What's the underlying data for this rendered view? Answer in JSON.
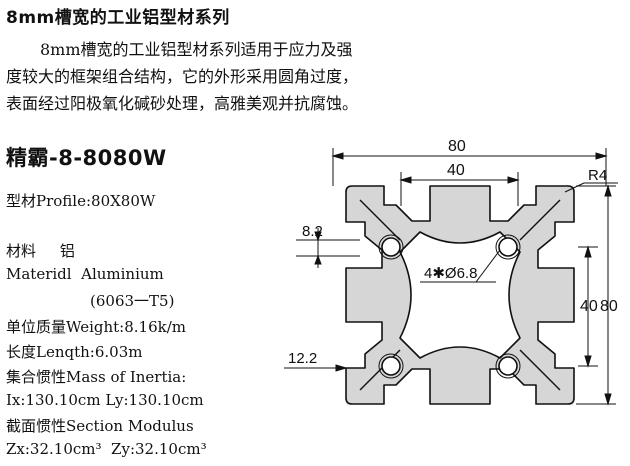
{
  "header": {
    "title": "8mm槽宽的工业铝型材系列"
  },
  "description": "8mm槽宽的工业铝型材系列适用于应力及强度较大的框架组合结构，它的外形采用圆角过度，表面经过阳极氧化碱砂处理，高雅美观并抗腐蚀。",
  "model": "精霸-8-8080W",
  "specs": {
    "profile": "型材Profile:80X80W",
    "material_cn": "材料     铝",
    "material_en": "Materidl  Aluminium",
    "material_grade": "(6063一T5)",
    "weight": "单位质量Weight:8.16k/m",
    "length": "长度Lenqth:6.03m",
    "inertia_label": "集合惯性Mass of Inertia:",
    "inertia_values": "Ix:130.10cm Ly:130.10cm",
    "section_label": "截面惯性Section Modulus",
    "section_values": "Zx:32.10cm³  Zy:32.10cm³"
  },
  "drawing": {
    "dim_width_80": "80",
    "dim_width_40": "40",
    "dim_radius": "R4",
    "dim_slot_82": "8.2",
    "dim_hole": "4✱Ø6.8",
    "dim_height_40": "40",
    "dim_height_80": "80",
    "dim_122": "12.2",
    "colors": {
      "body": "#d6d6d6",
      "line": "#111111"
    }
  }
}
